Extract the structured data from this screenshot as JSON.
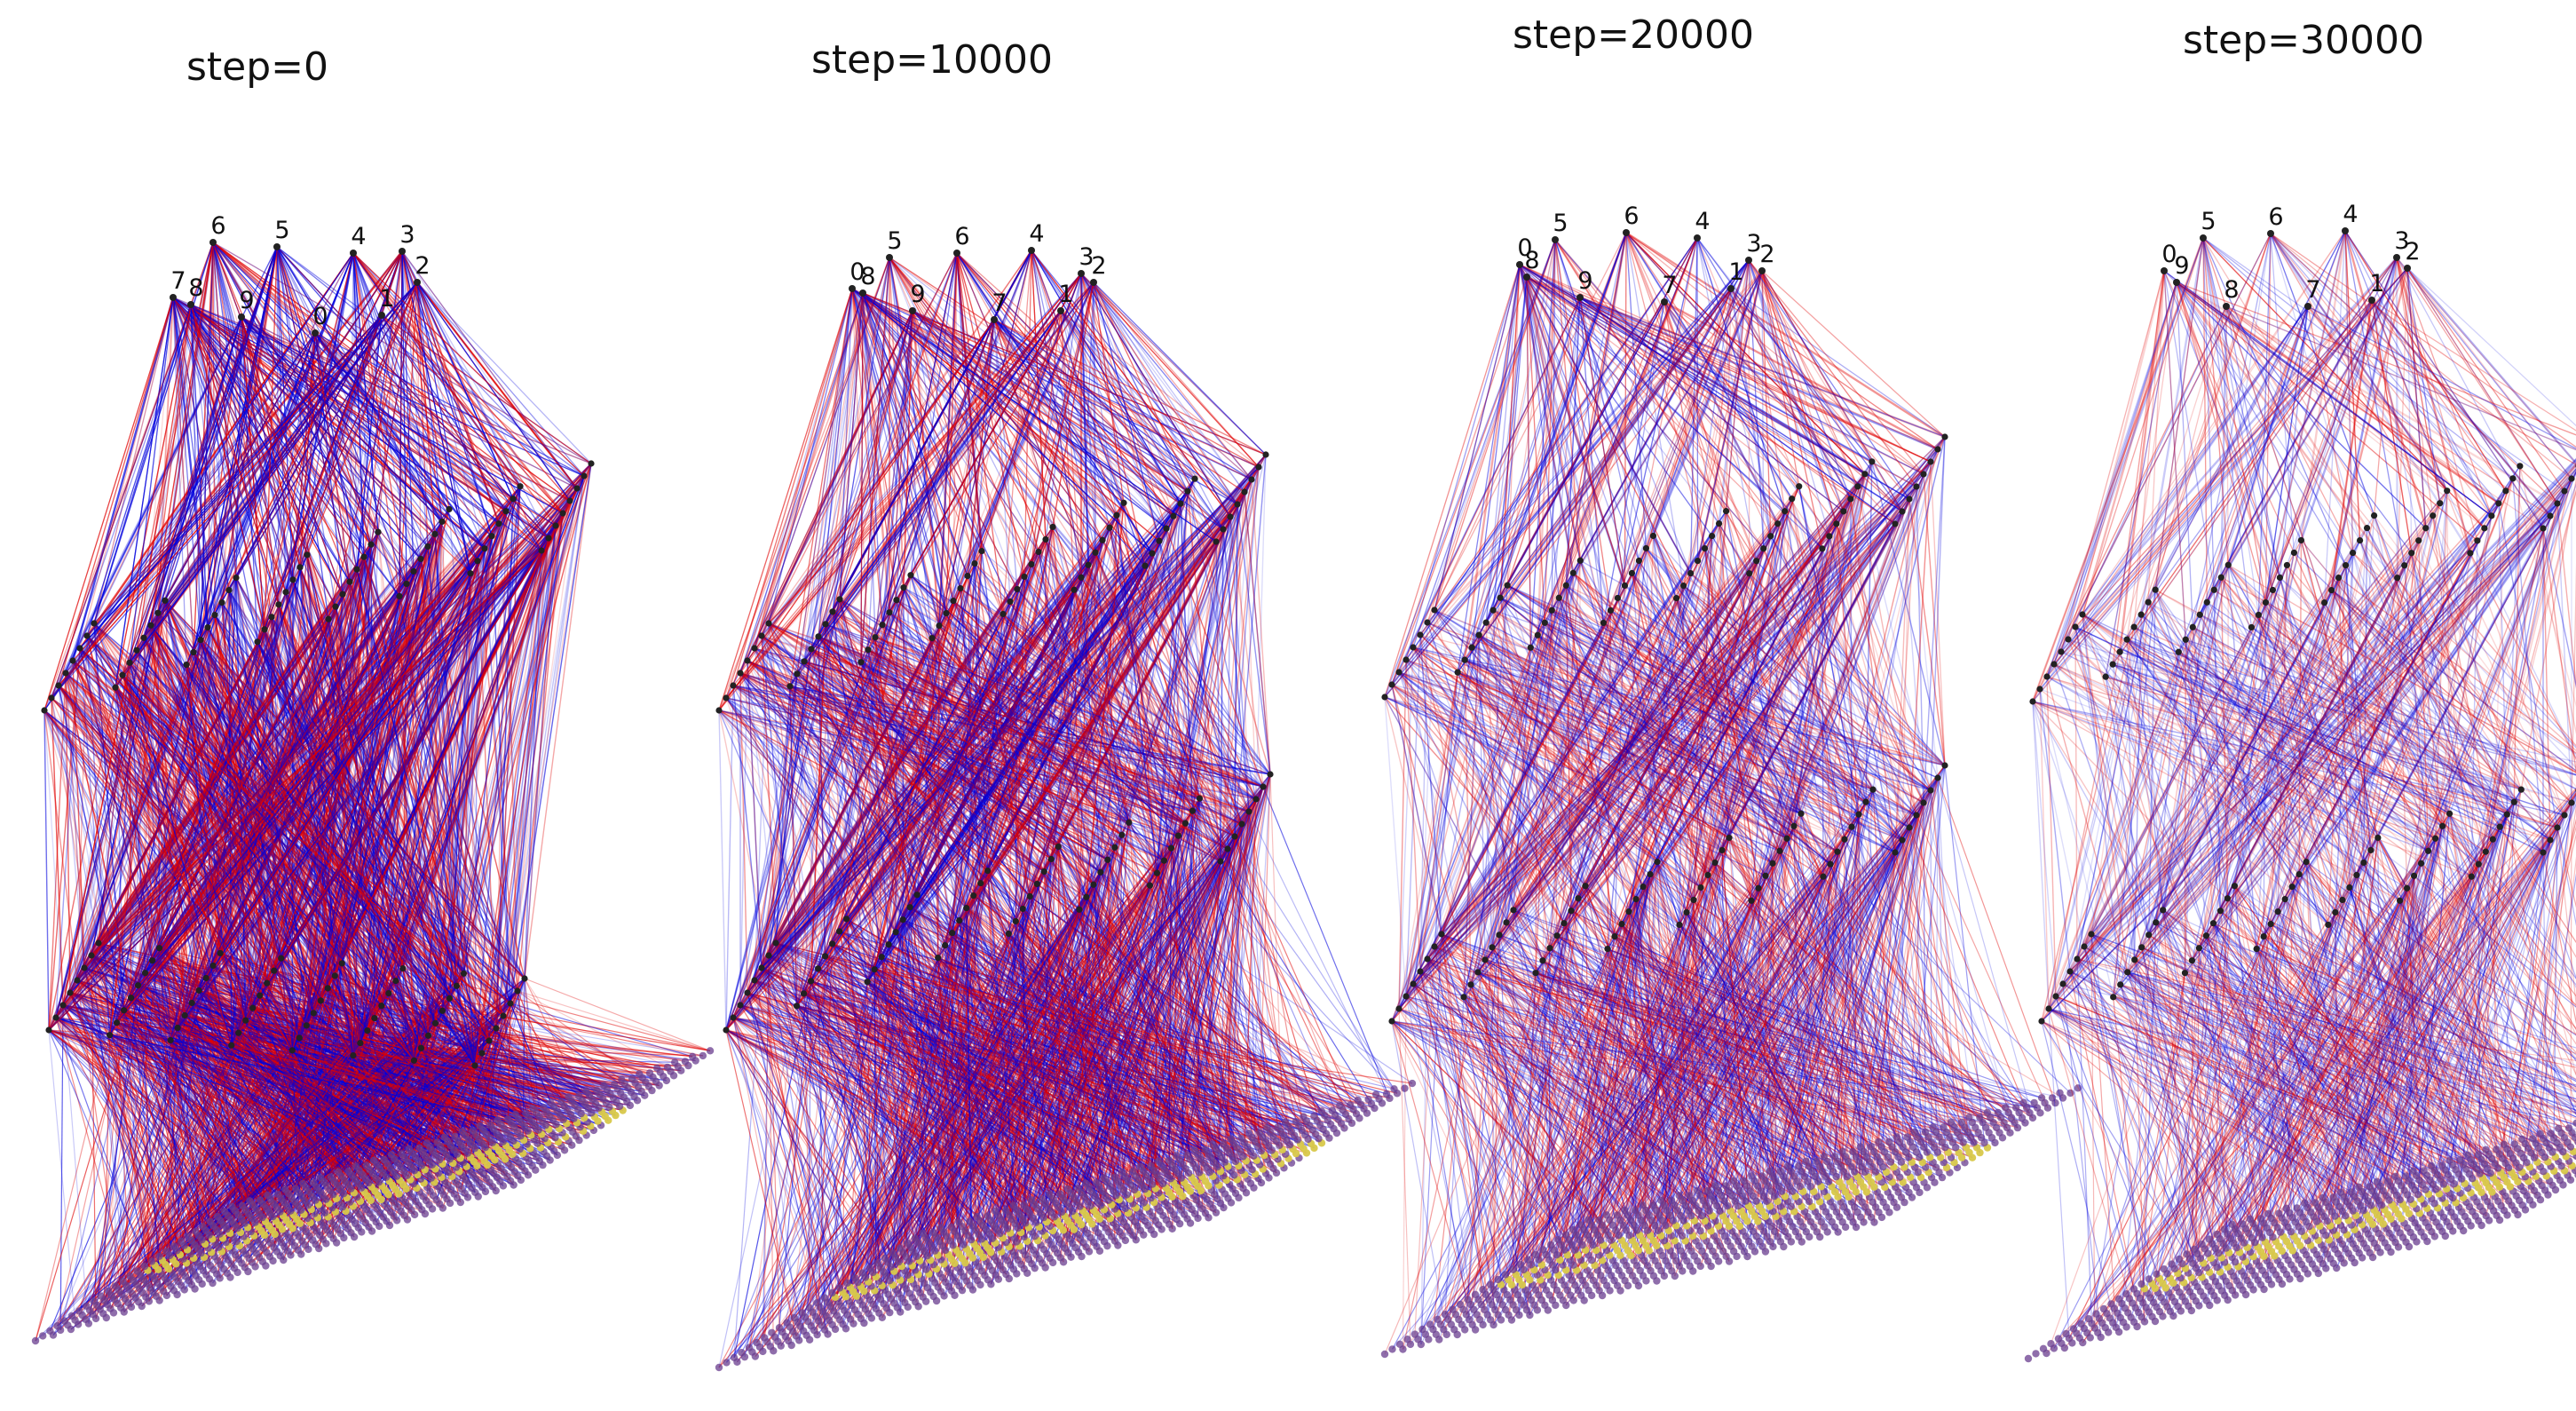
{
  "panels": [
    {
      "title": "step=0",
      "output_order": [
        "7",
        "8",
        "6",
        "9",
        "5",
        "0",
        "4",
        "1",
        "3",
        "2"
      ],
      "edge_density": 1.0,
      "edge_strength": 1.0
    },
    {
      "title": "step=10000",
      "output_order": [
        "0",
        "8",
        "5",
        "9",
        "6",
        "7",
        "4",
        "1",
        "3",
        "2"
      ],
      "edge_density": 0.8,
      "edge_strength": 0.8
    },
    {
      "title": "step=20000",
      "output_order": [
        "0",
        "8",
        "5",
        "9",
        "6",
        "7",
        "4",
        "1",
        "3",
        "2"
      ],
      "edge_density": 0.55,
      "edge_strength": 0.6
    },
    {
      "title": "step=30000",
      "output_order": [
        "0",
        "9",
        "5",
        "8",
        "6",
        "7",
        "4",
        "1",
        "3",
        "2"
      ],
      "edge_density": 0.4,
      "edge_strength": 0.45
    }
  ],
  "output_labels": [
    "0",
    "1",
    "2",
    "3",
    "4",
    "5",
    "6",
    "7",
    "8",
    "9"
  ],
  "input_grid": "28x28",
  "colors": {
    "positive": "#e00000",
    "negative": "#0000dd",
    "node": "#222222",
    "input_node": "#6a3d8f",
    "digit_pixel": "#d8c84a"
  }
}
